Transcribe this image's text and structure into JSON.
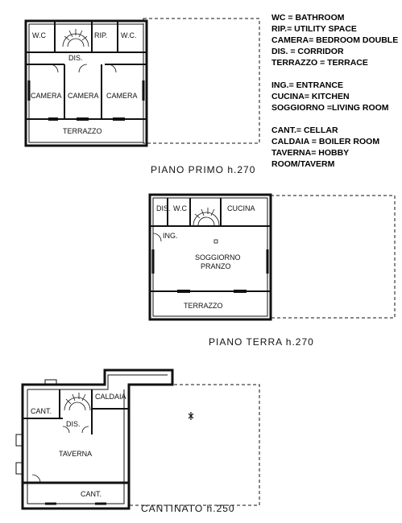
{
  "legend": [
    "WC = BATHROOM",
    "RIP.= UTILITY SPACE",
    "CAMERA= BEDROOM DOUBLE",
    "DIS. = CORRIDOR",
    "TERRAZZO = TERRACE",
    "ING.= ENTRANCE",
    "CUCINA= KITCHEN",
    "SOGGIORNO =LIVING ROOM",
    "CANT.= CELLAR",
    "CALDAIA = BOILER ROOM",
    "TAVERNA= HOBBY",
    "ROOM/TAVERM"
  ],
  "floors": {
    "first": {
      "title": "PIANO PRIMO h.270",
      "rooms": {
        "wc1": "W.C",
        "rip": "RIP.",
        "wc2": "W.C.",
        "dis": "DIS.",
        "camera1": "CAMERA",
        "camera2": "CAMERA",
        "camera3": "CAMERA",
        "terrazzo": "TERRAZZO"
      }
    },
    "ground": {
      "title": "PIANO TERRA h.270",
      "rooms": {
        "dis": "DIS.",
        "wc": "W.C",
        "cucina": "CUCINA",
        "ing": "ING.",
        "soggiorno": "SOGGIORNO",
        "pranzo": "PRANZO",
        "terrazzo": "TERRAZZO"
      }
    },
    "basement": {
      "title": "CANTINATO h.250",
      "rooms": {
        "cant1": "CANT.",
        "dis": "DIS.",
        "caldaia": "CALDAIA",
        "taverna": "TAVERNA",
        "cant2": "CANT."
      }
    }
  }
}
